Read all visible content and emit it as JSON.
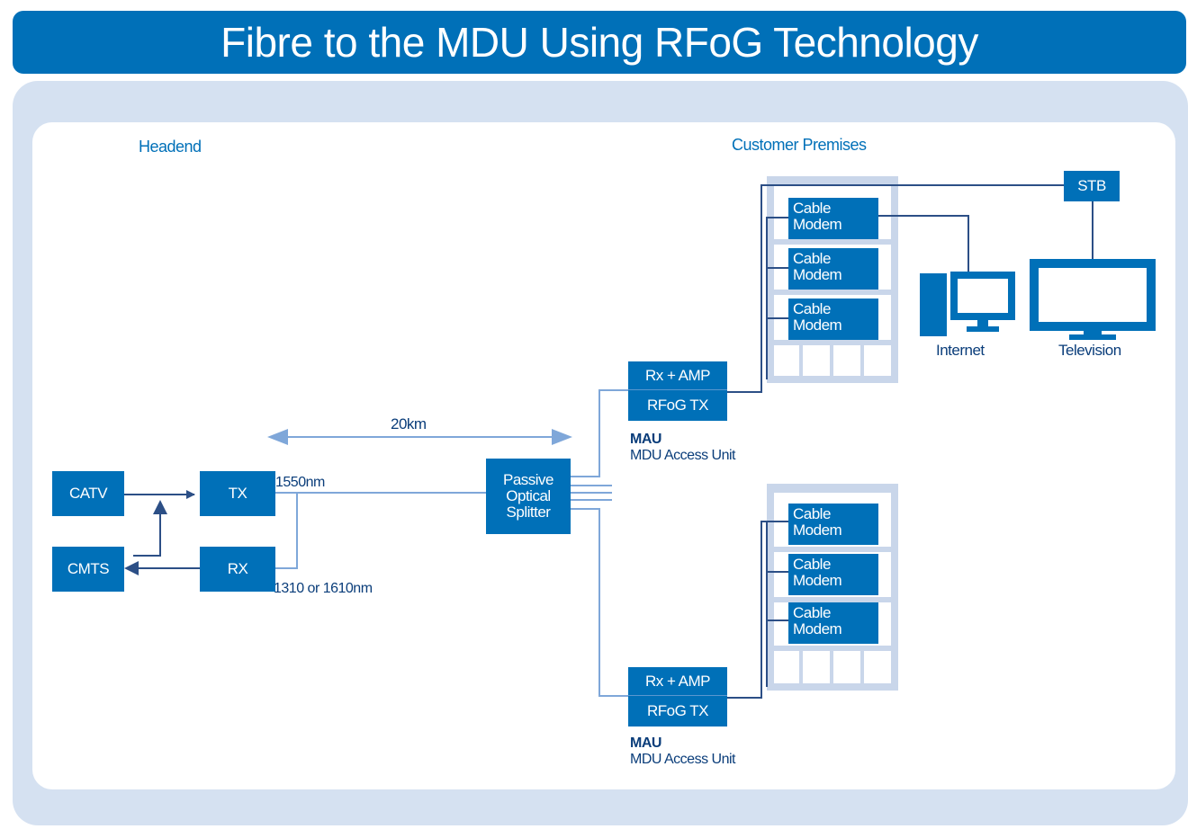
{
  "title": "Fibre to the MDU Using RFoG Technology",
  "labels": {
    "headend": "Headend",
    "customer_premises": "Customer Premises",
    "distance": "20km",
    "wavelength_tx": "1550nm",
    "wavelength_rx": "1310 or 1610nm",
    "internet": "Internet",
    "television": "Television"
  },
  "boxes": {
    "catv": "CATV",
    "cmts": "CMTS",
    "tx": "TX",
    "rx": "RX",
    "splitter": "Passive\nOptical\nSplitter",
    "stb": "STB",
    "rx_amp": "Rx + AMP",
    "rfog_tx": "RFoG TX",
    "cable_modem": "Cable\nModem"
  },
  "mau": {
    "title": "MAU",
    "subtitle": "MDU Access Unit"
  },
  "colors": {
    "primary": "#0070b8",
    "light_bg": "#d5e1f1",
    "building": "#c9d6ea",
    "line": "#2c4f86",
    "arrow": "#7fa7d9"
  }
}
